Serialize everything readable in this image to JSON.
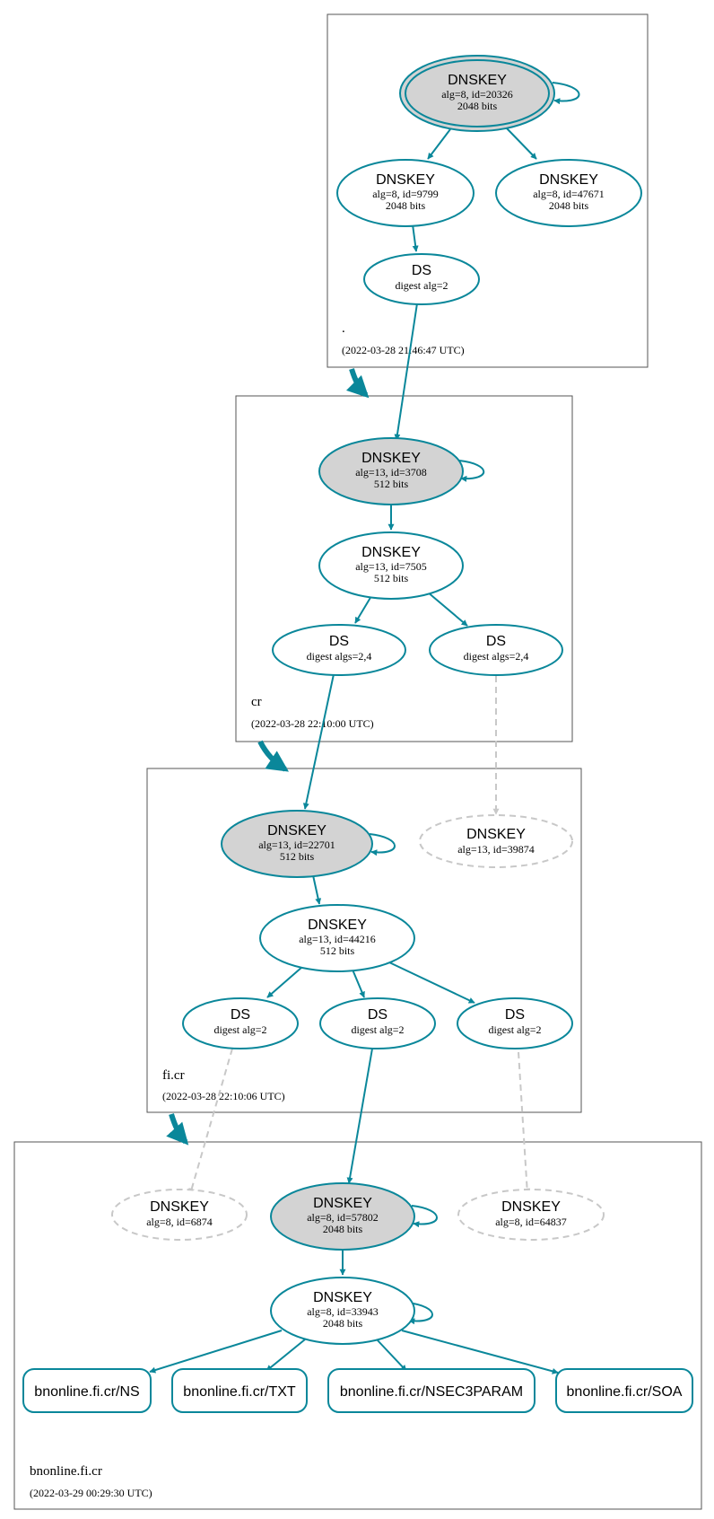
{
  "zones": [
    {
      "name": ".",
      "timestamp": "(2022-03-28 21:46:47 UTC)"
    },
    {
      "name": "cr",
      "timestamp": "(2022-03-28 22:10:00 UTC)"
    },
    {
      "name": "fi.cr",
      "timestamp": "(2022-03-28 22:10:06 UTC)"
    },
    {
      "name": "bnonline.fi.cr",
      "timestamp": "(2022-03-29 00:29:30 UTC)"
    }
  ],
  "nodes": {
    "root_ksk": {
      "title": "DNSKEY",
      "line1": "alg=8, id=20326",
      "line2": "2048 bits"
    },
    "root_zsk1": {
      "title": "DNSKEY",
      "line1": "alg=8, id=9799",
      "line2": "2048 bits"
    },
    "root_zsk2": {
      "title": "DNSKEY",
      "line1": "alg=8, id=47671",
      "line2": "2048 bits"
    },
    "root_ds": {
      "title": "DS",
      "line1": "digest alg=2"
    },
    "cr_ksk": {
      "title": "DNSKEY",
      "line1": "alg=13, id=3708",
      "line2": "512 bits"
    },
    "cr_zsk": {
      "title": "DNSKEY",
      "line1": "alg=13, id=7505",
      "line2": "512 bits"
    },
    "cr_ds1": {
      "title": "DS",
      "line1": "digest algs=2,4"
    },
    "cr_ds2": {
      "title": "DS",
      "line1": "digest algs=2,4"
    },
    "ficr_ksk": {
      "title": "DNSKEY",
      "line1": "alg=13, id=22701",
      "line2": "512 bits"
    },
    "ficr_missing": {
      "title": "DNSKEY",
      "line1": "alg=13, id=39874"
    },
    "ficr_zsk": {
      "title": "DNSKEY",
      "line1": "alg=13, id=44216",
      "line2": "512 bits"
    },
    "ficr_ds1": {
      "title": "DS",
      "line1": "digest alg=2"
    },
    "ficr_ds2": {
      "title": "DS",
      "line1": "digest alg=2"
    },
    "ficr_ds3": {
      "title": "DS",
      "line1": "digest alg=2"
    },
    "bn_missing1": {
      "title": "DNSKEY",
      "line1": "alg=8, id=6874"
    },
    "bn_ksk": {
      "title": "DNSKEY",
      "line1": "alg=8, id=57802",
      "line2": "2048 bits"
    },
    "bn_missing2": {
      "title": "DNSKEY",
      "line1": "alg=8, id=64837"
    },
    "bn_zsk": {
      "title": "DNSKEY",
      "line1": "alg=8, id=33943",
      "line2": "2048 bits"
    }
  },
  "rrsets": {
    "ns": "bnonline.fi.cr/NS",
    "txt": "bnonline.fi.cr/TXT",
    "nsec3param": "bnonline.fi.cr/NSEC3PARAM",
    "soa": "bnonline.fi.cr/SOA"
  },
  "colors": {
    "secure_edge": "#0a879a",
    "insecure_edge": "#c8c8c8",
    "ksk_fill": "#d3d3d3"
  }
}
